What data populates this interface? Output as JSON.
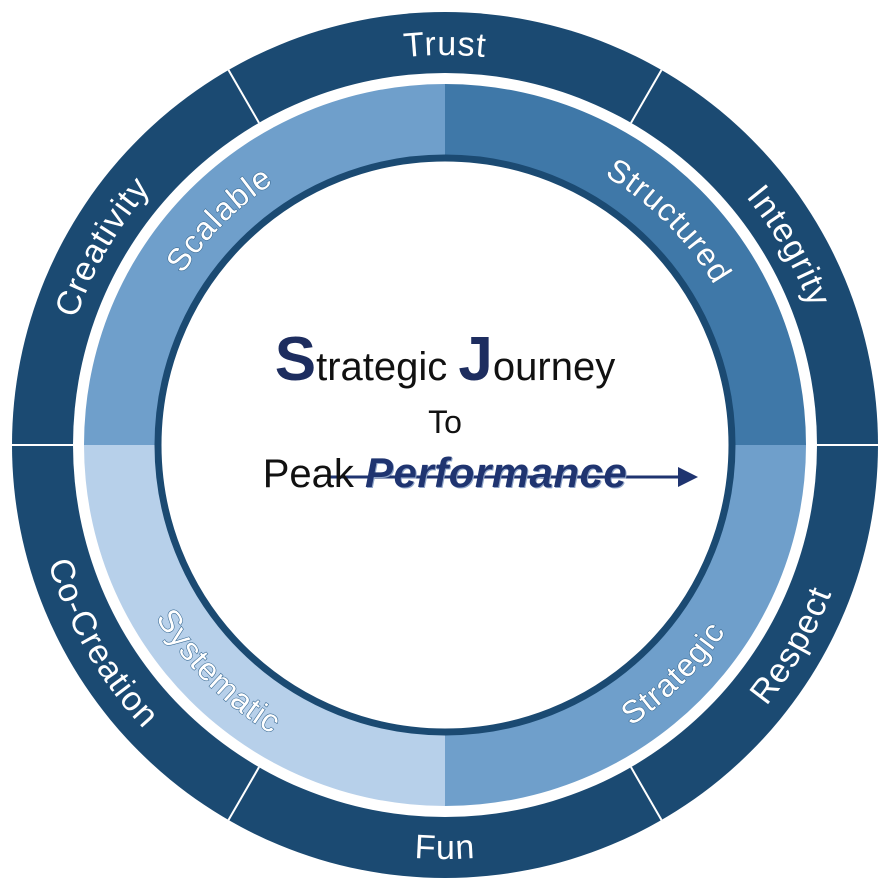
{
  "diagram": {
    "center": {
      "line1_first_initial": "S",
      "line1_first_rest": "trategic",
      "line1_second_initial": "J",
      "line1_second_rest": "ourney",
      "line2": "To",
      "line3_plain": "Peak",
      "line3_emphasis": "Performance"
    },
    "outer_ring": {
      "color": "#1b4a72",
      "segments": [
        "Trust",
        "Integrity",
        "Respect",
        "Fun",
        "Co-Creation",
        "Creativity"
      ]
    },
    "inner_ring": {
      "segments": [
        {
          "label": "Structured",
          "color": "#3f78a8"
        },
        {
          "label": "Strategic",
          "color": "#6f9fcb"
        },
        {
          "label": "Systematic",
          "color": "#b7d0ea"
        },
        {
          "label": "Scalable",
          "color": "#6f9fcb"
        }
      ]
    }
  }
}
